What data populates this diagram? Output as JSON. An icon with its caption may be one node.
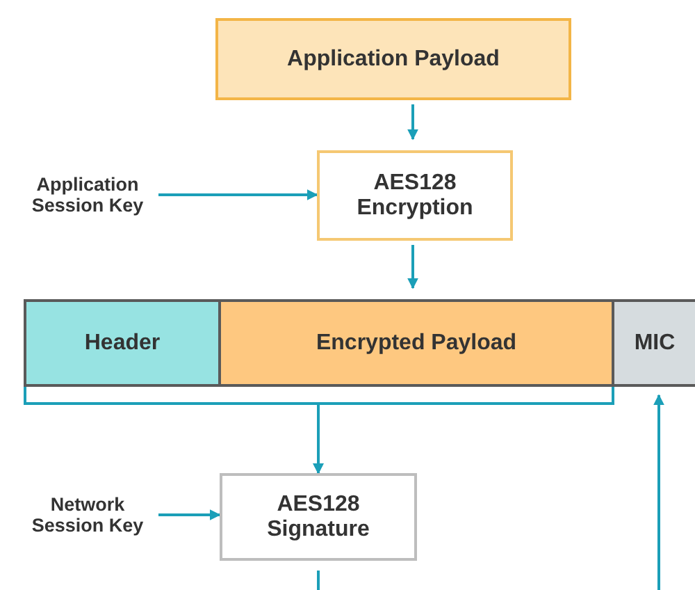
{
  "diagram": {
    "nodes": [
      {
        "text": [
          "Application Payload"
        ]
      },
      {
        "text": [
          "Application Session Key"
        ]
      },
      {
        "text": [
          "AES128 Encryption"
        ]
      },
      {
        "text": [
          "Header"
        ]
      },
      {
        "text": [
          "Encrypted Payload"
        ]
      },
      {
        "text": [
          "MIC"
        ]
      },
      {
        "text": [
          "Network Session Key"
        ]
      },
      {
        "text": [
          "AES128 Signature"
        ]
      }
    ],
    "edges": [
      {
        "from": 0,
        "to": 2,
        "arrow": "to"
      },
      {
        "from": 1,
        "to": 2,
        "arrow": "to"
      },
      {
        "from": 2,
        "to": 4,
        "arrow": "to"
      },
      {
        "from": 3,
        "to": 7,
        "arrow": "to"
      },
      {
        "from": 4,
        "to": 7,
        "arrow": "to"
      },
      {
        "from": 6,
        "to": 7,
        "arrow": "to"
      },
      {
        "from": 7,
        "to": null,
        "arrow": "none"
      },
      {
        "from": null,
        "to": 5,
        "arrow": "to"
      }
    ]
  }
}
